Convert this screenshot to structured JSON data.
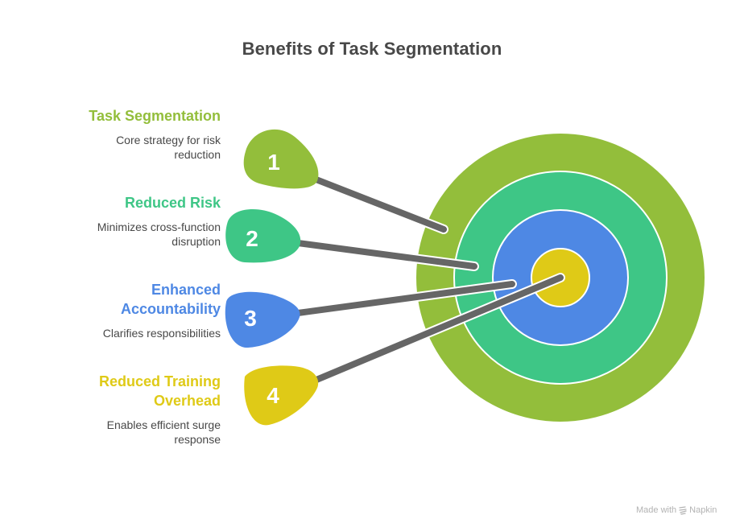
{
  "title": "Benefits of Task Segmentation",
  "items": [
    {
      "number": "1",
      "title": "Task Segmentation",
      "description_lines": [
        "Core strategy for risk",
        "reduction"
      ],
      "color": "#93be3b"
    },
    {
      "number": "2",
      "title": "Reduced Risk",
      "description_lines": [
        "Minimizes cross-function",
        "disruption"
      ],
      "color": "#3ec686"
    },
    {
      "number": "3",
      "title_lines": [
        "Enhanced",
        "Accountability"
      ],
      "title": "Enhanced Accountability",
      "description_lines": [
        "Clarifies responsibilities"
      ],
      "color": "#4e88e4"
    },
    {
      "number": "4",
      "title_lines": [
        "Reduced Training",
        "Overhead"
      ],
      "title": "Reduced Training Overhead",
      "description_lines": [
        "Enables efficient surge",
        "response"
      ],
      "color": "#dfca17"
    }
  ],
  "target": {
    "rings": [
      "#93be3b",
      "#3ec686",
      "#4e88e4",
      "#dfca17"
    ],
    "arrow_color": "#666666"
  },
  "footer": {
    "made_with": "Made with",
    "brand": "Napkin",
    "icon": "napkin-logo-icon"
  }
}
